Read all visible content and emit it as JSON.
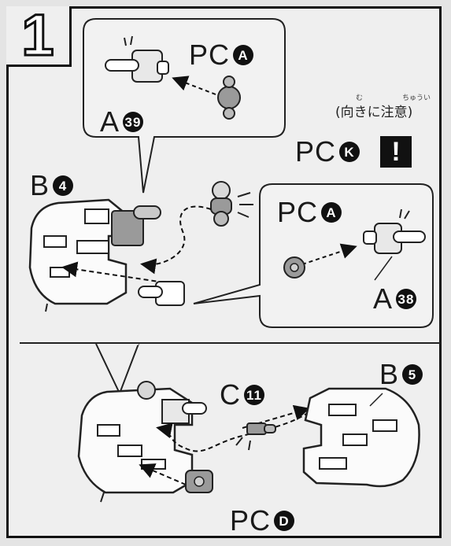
{
  "step": {
    "number": "1"
  },
  "callout_top": {
    "target_label": "A",
    "target_num": "39",
    "part_label": "PC",
    "part_letter": "A"
  },
  "callout_right": {
    "target_label": "A",
    "target_num": "38",
    "part_label": "PC",
    "part_letter": "A"
  },
  "middle_part": {
    "label": "PC",
    "letter": "K",
    "warning_mark": "!"
  },
  "note": {
    "text": "(向きに注意)",
    "ruby_mu": "む",
    "ruby_chui": "ちゅうい"
  },
  "body_top": {
    "label": "B",
    "num": "4"
  },
  "bottom": {
    "part_c": {
      "label": "C",
      "num": "11"
    },
    "part_b": {
      "label": "B",
      "num": "5"
    },
    "part_d": {
      "label": "PC",
      "letter": "D"
    }
  }
}
